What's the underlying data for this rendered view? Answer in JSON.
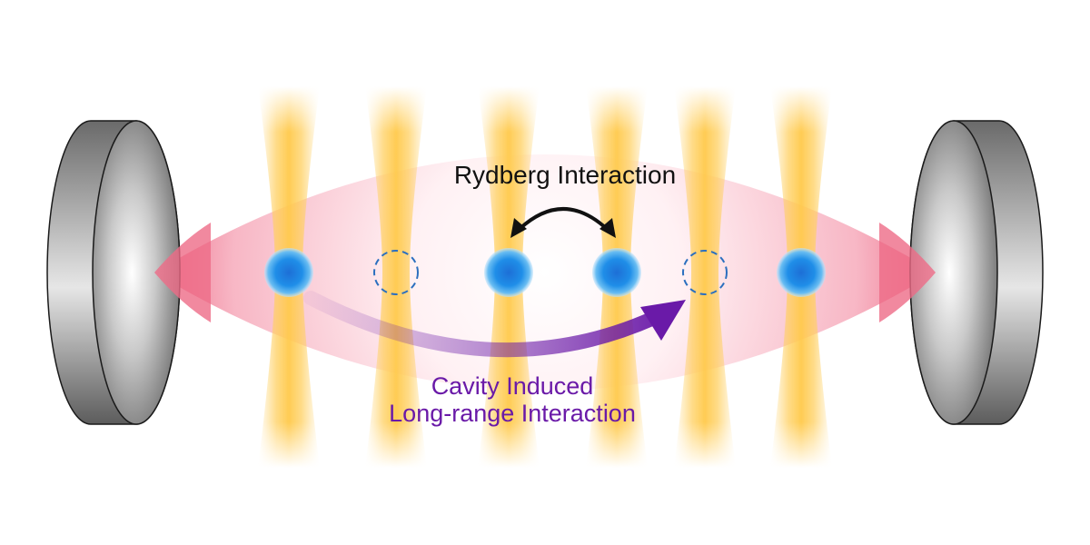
{
  "labels": {
    "rydberg": "Rydberg Interaction",
    "cavity_line1": "Cavity Induced",
    "cavity_line2": "Long-range Interaction"
  },
  "elements": {
    "mirror_icon": "cavity-mirror-icon",
    "atom_icon": "atom-icon",
    "empty_site_icon": "empty-site-icon",
    "tweezer_icon": "optical-tweezer-beam"
  },
  "colors": {
    "cavity_mode": "#f06a86",
    "tweezer": "#ffc94a",
    "atom": "#1f8ee8",
    "empty_site": "#2b6fbf",
    "mirror": "#7d7d7d",
    "rydberg_arrow": "#111111",
    "cavity_arrow": "#6a1aa8",
    "purple_text": "#6a1aa8"
  },
  "sites": [
    {
      "occupied": true
    },
    {
      "occupied": false
    },
    {
      "occupied": true
    },
    {
      "occupied": true
    },
    {
      "occupied": false
    },
    {
      "occupied": true
    }
  ]
}
